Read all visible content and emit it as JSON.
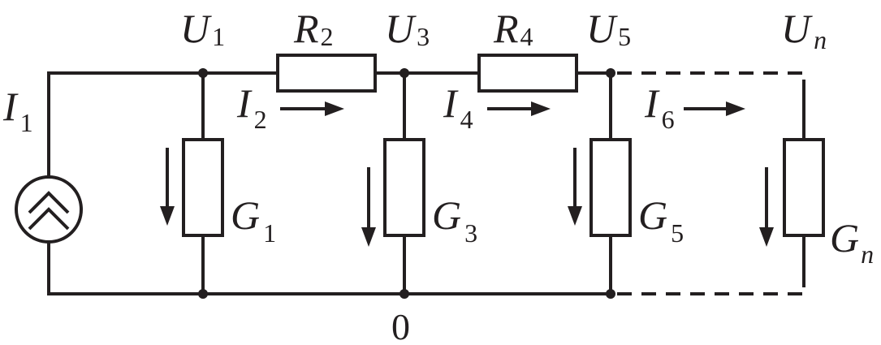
{
  "labels": {
    "U1": {
      "main": "U",
      "sub": "1"
    },
    "U3": {
      "main": "U",
      "sub": "3"
    },
    "U5": {
      "main": "U",
      "sub": "5"
    },
    "Un": {
      "main": "U",
      "sub": "n"
    },
    "R2": {
      "main": "R",
      "sub": "2"
    },
    "R4": {
      "main": "R",
      "sub": "4"
    },
    "I1": {
      "main": "I",
      "sub": "1"
    },
    "I2": {
      "main": "I",
      "sub": "2"
    },
    "I4": {
      "main": "I",
      "sub": "4"
    },
    "I6": {
      "main": "I",
      "sub": "6"
    },
    "G1": {
      "main": "G",
      "sub": "1"
    },
    "G3": {
      "main": "G",
      "sub": "3"
    },
    "G5": {
      "main": "G",
      "sub": "5"
    },
    "Gn": {
      "main": "G",
      "sub": "n"
    },
    "ground": "0"
  }
}
